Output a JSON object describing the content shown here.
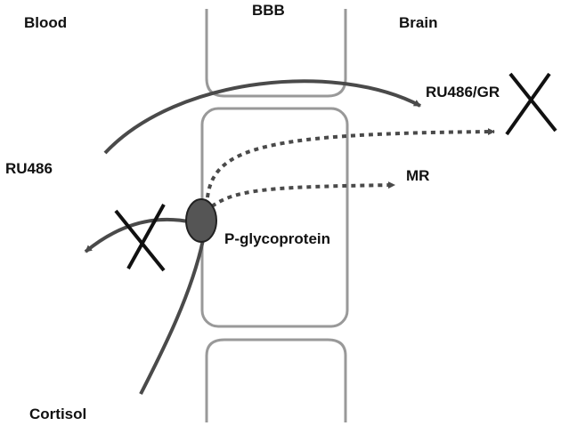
{
  "labels": {
    "blood": "Blood",
    "bbb": "BBB",
    "brain": "Brain",
    "ru486": "RU486",
    "ru486_gr": "RU486/GR",
    "mr": "MR",
    "pgp": "P-glycoprotein",
    "cortisol": "Cortisol"
  },
  "colors": {
    "membrane": "#999999",
    "arrow": "#4a4a4a",
    "cross": "#111111",
    "pgp_fill": "#555555"
  }
}
